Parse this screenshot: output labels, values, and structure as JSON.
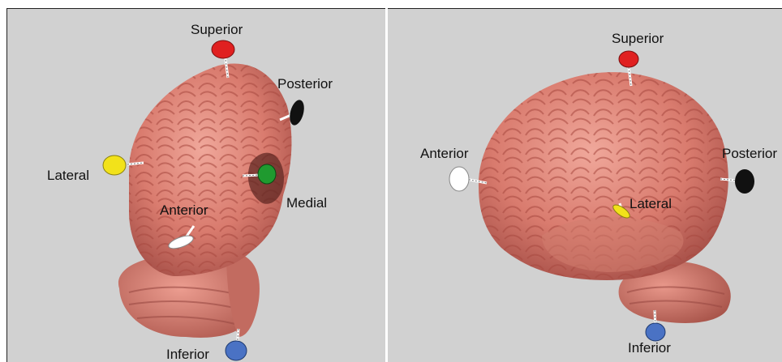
{
  "left_panel": {
    "labels": {
      "superior": "Superior",
      "posterior": "Posterior",
      "lateral": "Lateral",
      "medial": "Medial",
      "anterior": "Anterior",
      "inferior": "Inferior"
    }
  },
  "right_panel": {
    "labels": {
      "superior": "Superior",
      "anterior": "Anterior",
      "posterior": "Posterior",
      "lateral": "Lateral",
      "inferior": "Inferior"
    }
  },
  "pin_colors": {
    "superior": "#e02020",
    "posterior": "#111111",
    "lateral": "#f2e21a",
    "medial": "#1f9a2f",
    "anterior": "#ffffff",
    "inferior": "#4a72c4"
  },
  "brain_color": "#e08a7e"
}
